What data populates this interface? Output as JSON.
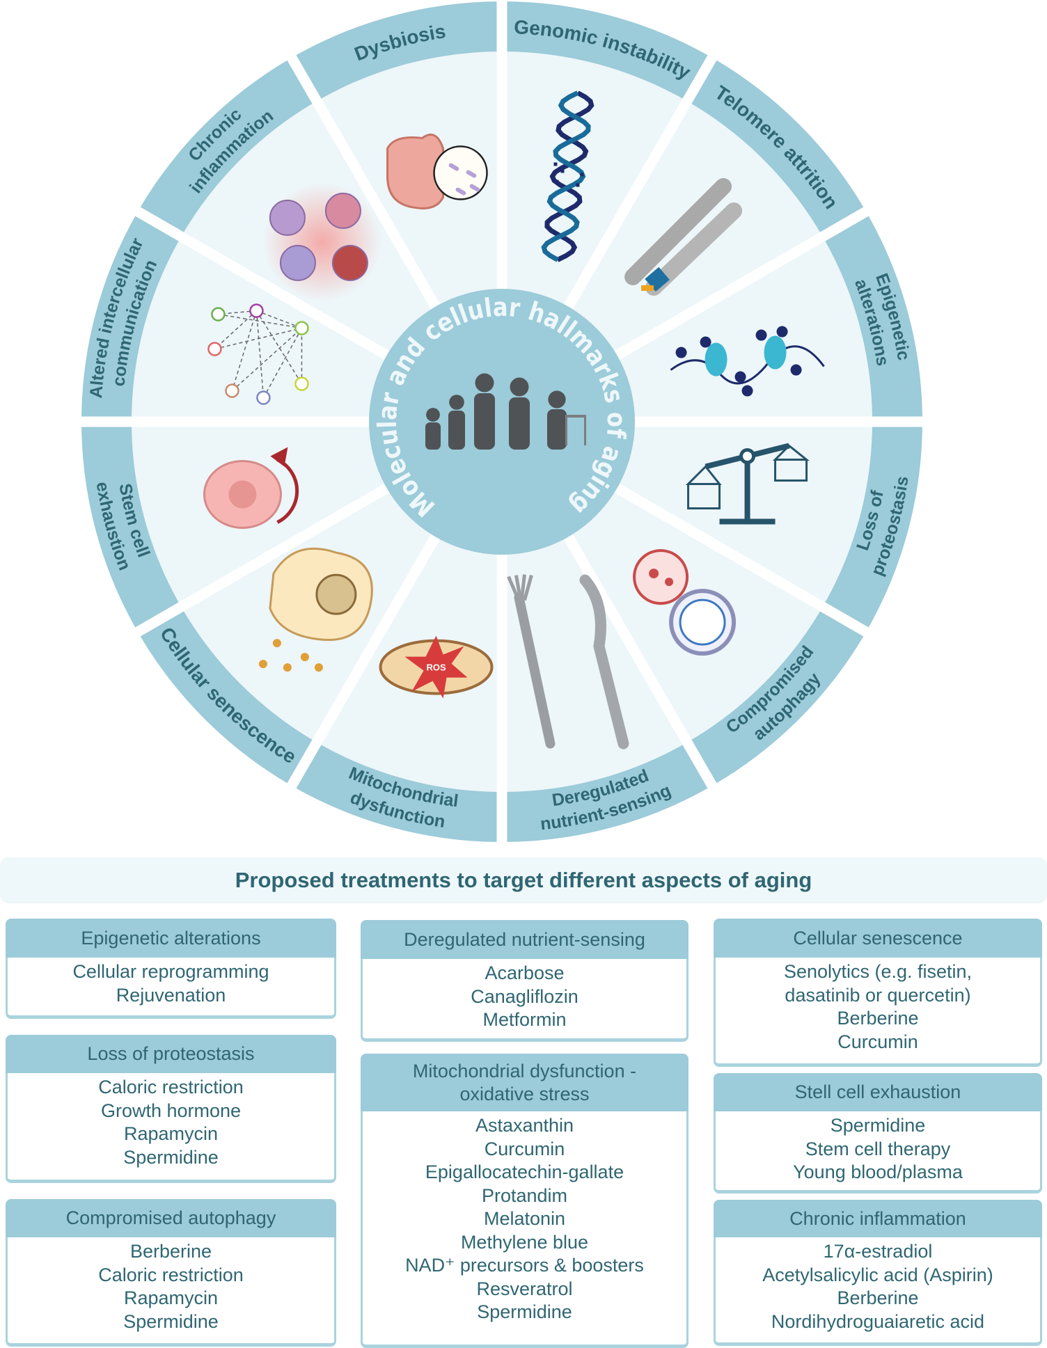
{
  "wheel": {
    "center_title": "Molecular and cellular hallmarks of aging",
    "center_icon": "human-life-stages-icon",
    "colors": {
      "band": "#9ccbd9",
      "sector": "#edf6f9",
      "label": "#2f6673",
      "center": "#9ccbd9",
      "figures": "#4f5356"
    },
    "segments": [
      {
        "lines": [
          "Genomic instability"
        ],
        "icon": "broken-dna-helix-icon"
      },
      {
        "lines": [
          "Telomere attrition"
        ],
        "icon": "chromosome-icon"
      },
      {
        "lines": [
          "Epigenetic",
          "alterations"
        ],
        "icon": "nucleosome-chromatin-icon"
      },
      {
        "lines": [
          "Loss of",
          "proteostasis"
        ],
        "icon": "balance-scale-icon"
      },
      {
        "lines": [
          "Compromised",
          "autophagy"
        ],
        "icon": "autophagosome-lysosome-icon"
      },
      {
        "lines": [
          "Deregulated",
          "nutrient-sensing"
        ],
        "icon": "fork-knife-icon"
      },
      {
        "lines": [
          "Mitochondrial",
          "dysfunction"
        ],
        "icon": "mitochondrion-ros-icon",
        "icon_text": "ROS"
      },
      {
        "lines": [
          "Cellular senescence"
        ],
        "icon": "senescent-cell-icon"
      },
      {
        "lines": [
          "Stem cell",
          "exhaustion"
        ],
        "icon": "stem-cell-renewal-icon"
      },
      {
        "lines": [
          "Altered intercellular",
          "communication"
        ],
        "icon": "cell-network-icon"
      },
      {
        "lines": [
          "Chronic",
          "inflammation"
        ],
        "icon": "immune-cells-icon"
      },
      {
        "lines": [
          "Dysbiosis"
        ],
        "icon": "intestine-microbiome-icon"
      }
    ]
  },
  "treatments": {
    "title": "Proposed treatments to target different aspects of aging",
    "boxes": [
      {
        "title": [
          "Epigenetic alterations"
        ],
        "items": [
          "Cellular reprogramming",
          "Rejuvenation"
        ]
      },
      {
        "title": [
          "Loss of  proteostasis"
        ],
        "items": [
          "Caloric restriction",
          "Growth hormone",
          "Rapamycin",
          "Spermidine"
        ]
      },
      {
        "title": [
          "Compromised autophagy"
        ],
        "items": [
          "Berberine",
          "Caloric restriction",
          "Rapamycin",
          "Spermidine"
        ]
      },
      {
        "title": [
          "Deregulated nutrient-sensing"
        ],
        "items": [
          "Acarbose",
          "Canagliflozin",
          "Metformin"
        ]
      },
      {
        "title": [
          "Mitochondrial dysfunction -",
          "oxidative stress"
        ],
        "items": [
          "Astaxanthin",
          "Curcumin",
          "Epigallocatechin-gallate",
          "Protandim",
          "Melatonin",
          "Methylene blue",
          "NAD⁺ precursors & boosters",
          "Resveratrol",
          "Spermidine"
        ]
      },
      {
        "title": [
          "Cellular senescence"
        ],
        "items": [
          "Senolytics (e.g. fisetin,",
          "dasatinib or quercetin)",
          "Berberine",
          "Curcumin"
        ]
      },
      {
        "title": [
          "Stell cell exhaustion"
        ],
        "items": [
          "Spermidine",
          "Stem cell therapy",
          "Young blood/plasma"
        ]
      },
      {
        "title": [
          "Chronic inflammation"
        ],
        "items": [
          "17α-estradiol",
          "Acetylsalicylic acid (Aspirin)",
          "Berberine",
          "Nordihydroguaiaretic acid"
        ]
      }
    ]
  }
}
